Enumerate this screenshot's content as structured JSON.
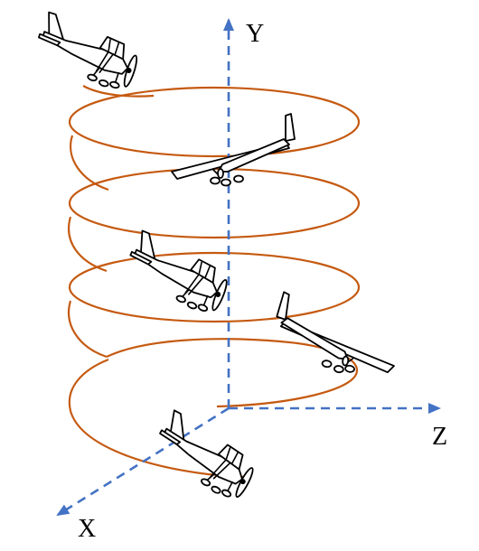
{
  "axes": {
    "x_label": "X",
    "y_label": "Y",
    "z_label": "Z",
    "color": "#4472C4",
    "style": "dashed-with-arrowheads"
  },
  "helix": {
    "color": "#C55A11",
    "turns": 4,
    "shape": "spiral-around-Y-axis"
  },
  "airplanes": {
    "count": 5,
    "icon": "light-aircraft-icon",
    "outline_color": "#000000"
  }
}
